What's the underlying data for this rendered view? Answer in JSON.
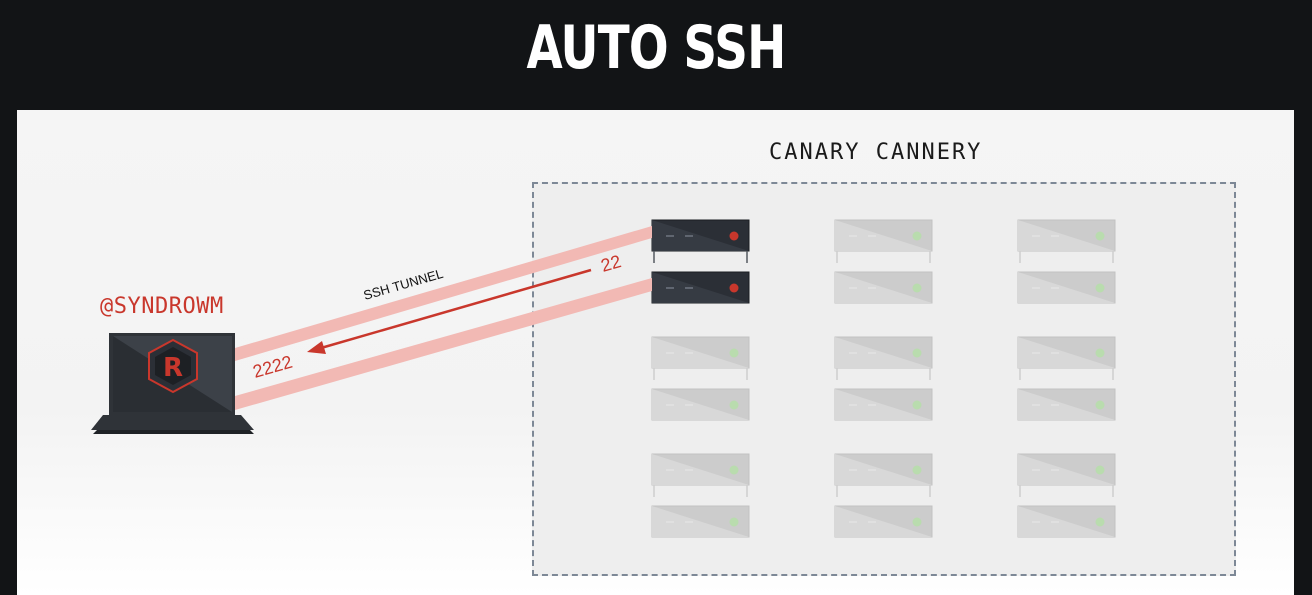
{
  "title": "AUTO SSH",
  "cannery": {
    "label": "CANARY CANNERY",
    "active_servers": 2,
    "rack_columns": 3,
    "rack_rows": 6
  },
  "attacker": {
    "handle": "@SYNDROWM",
    "logo_letter": "R"
  },
  "tunnel": {
    "label": "SSH TUNNEL",
    "remote_port": "22",
    "local_port": "2222"
  },
  "colors": {
    "accent_red": "#c9372c",
    "tunnel_band": "#f2b9b4",
    "server_dark": "#2b2f36",
    "server_inactive": "#cccccc",
    "led_inactive": "#b9dcae"
  }
}
